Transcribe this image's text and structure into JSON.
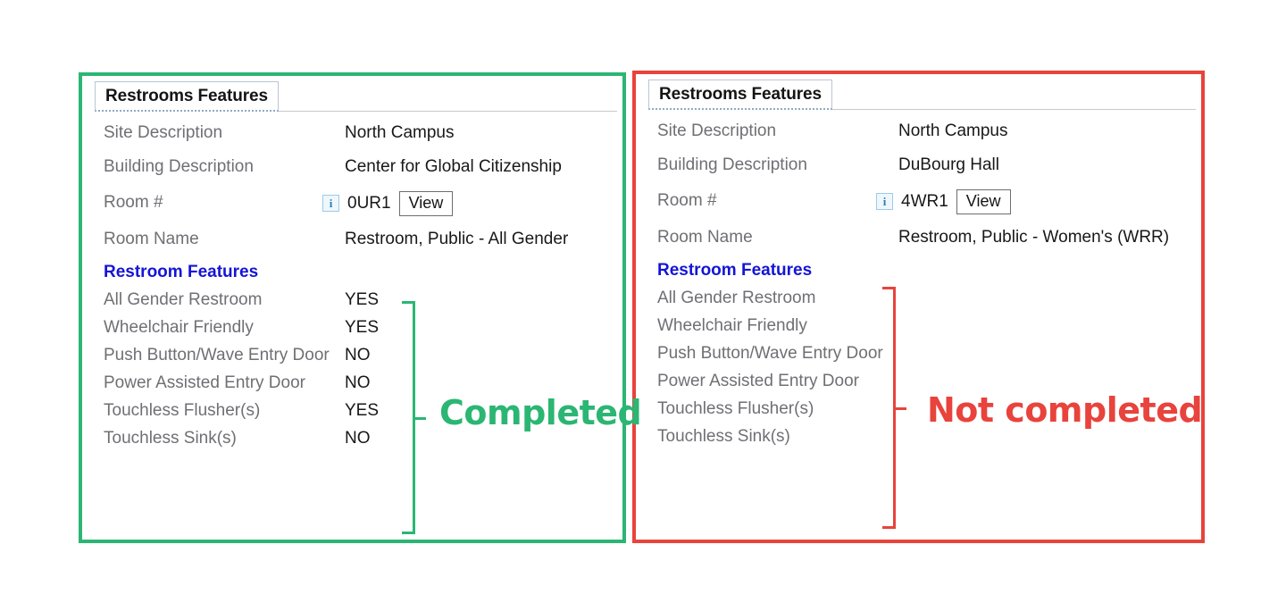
{
  "colors": {
    "completed_green": "#2BB673",
    "not_completed_red": "#E8433C",
    "label_gray": "#6f6f74",
    "value_black": "#18181a",
    "section_heading_blue": "#1414d6",
    "tab_border": "#b9c6d4",
    "info_icon_blue": "#2d7fb0"
  },
  "panels": [
    {
      "id": "completed",
      "status_label": "Completed",
      "border_color": "#2BB673",
      "tab": {
        "label": "Restrooms Features"
      },
      "fields": [
        {
          "label": "Site Description",
          "value": "North Campus"
        },
        {
          "label": "Building Description",
          "value": "Center for Global Citizenship"
        }
      ],
      "room_row": {
        "label": "Room #",
        "info_icon": "info-icon",
        "info_glyph": "i",
        "room_number": "0UR1",
        "view_button": "View"
      },
      "room_name": {
        "label": "Room Name",
        "value": "Restroom, Public - All Gender"
      },
      "section_heading": "Restroom Features",
      "features": [
        {
          "label": "All Gender Restroom",
          "value": "YES"
        },
        {
          "label": "Wheelchair Friendly",
          "value": "YES"
        },
        {
          "label": "Push Button/Wave Entry Door",
          "value": "NO"
        },
        {
          "label": "Power Assisted Entry Door",
          "value": "NO"
        },
        {
          "label": "Touchless Flusher(s)",
          "value": "YES"
        },
        {
          "label": "Touchless Sink(s)",
          "value": "NO"
        }
      ]
    },
    {
      "id": "not-completed",
      "status_label": "Not completed",
      "border_color": "#E8433C",
      "tab": {
        "label": "Restrooms Features"
      },
      "fields": [
        {
          "label": "Site Description",
          "value": "North Campus"
        },
        {
          "label": "Building Description",
          "value": "DuBourg Hall"
        }
      ],
      "room_row": {
        "label": "Room #",
        "info_icon": "info-icon",
        "info_glyph": "i",
        "room_number": "4WR1",
        "view_button": "View"
      },
      "room_name": {
        "label": "Room Name",
        "value": "Restroom, Public - Women's (WRR)"
      },
      "section_heading": "Restroom Features",
      "features": [
        {
          "label": "All Gender Restroom",
          "value": ""
        },
        {
          "label": "Wheelchair Friendly",
          "value": ""
        },
        {
          "label": "Push Button/Wave Entry Door",
          "value": ""
        },
        {
          "label": "Power Assisted Entry Door",
          "value": ""
        },
        {
          "label": "Touchless Flusher(s)",
          "value": ""
        },
        {
          "label": "Touchless Sink(s)",
          "value": ""
        }
      ]
    }
  ]
}
